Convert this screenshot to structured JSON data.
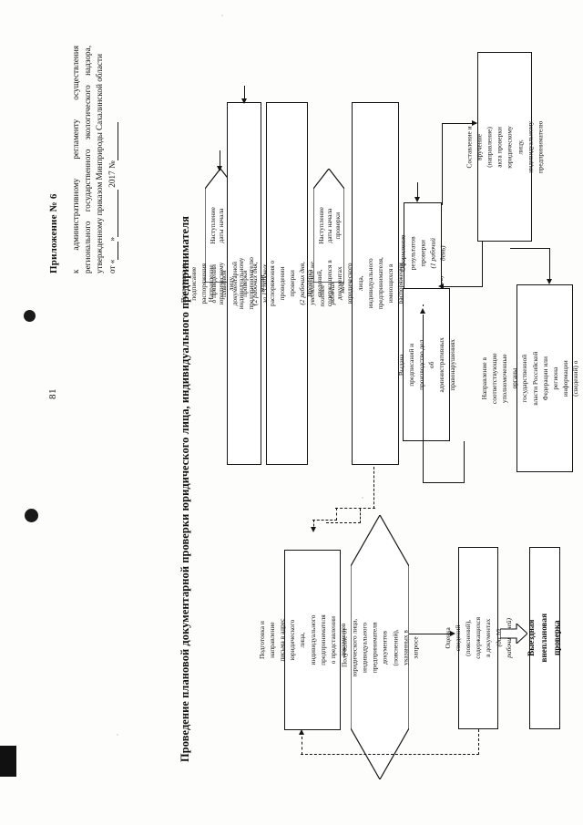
{
  "document": {
    "folio": "81",
    "appendix_title": "Приложение № 6",
    "header_lines": [
      "к административному регламенту осуществления",
      "регионального государственного экологического надзора,",
      "утвержденному приказом Минприроды Сахалинской области"
    ],
    "header_date_prefix": "от «",
    "header_date_mid": "»",
    "header_date_year": "2017 №",
    "chart_title": "Проведение плановой документарной проверки юридического лица, индивидуального предпринимателя"
  },
  "chart_data": {
    "type": "diagram",
    "title": "Проведение плановой документарной проверки юридического лица, индивидуального предпринимателя",
    "nodes": [
      {
        "id": "n1",
        "shape": "arrow",
        "text": "Наступление даты начала проверки"
      },
      {
        "id": "n2",
        "shape": "rect",
        "text": "Подготовка и подписание распоряжения о проведении плановой документарной проверки",
        "note": "(2 рабочих дня, за 15 рабочих дней до наступления даты начала проверки)"
      },
      {
        "id": "n3",
        "shape": "rect",
        "text": "Направление юридическому лицу, индивидуальному предпринимателю копии распоряжения о проведении проверки",
        "note": "(2 рабочих дня, уведомление не позднее чем за 3 рабочих дня до начала проведения проверки)"
      },
      {
        "id": "n4",
        "shape": "arrow",
        "text": "Наступление даты начала проверки"
      },
      {
        "id": "n5",
        "shape": "rect",
        "text": "Проверка сведений, содержащихся в документах юридического лица, индивидуального предпринимателя, имеющихся в распоряжении органа контроля (надзора)",
        "note": "(до 5 рабочих дней)"
      },
      {
        "id": "n6",
        "shape": "rect",
        "text": "Оформление результатов проверки",
        "note": "(1 рабочий день)"
      },
      {
        "id": "n7",
        "shape": "rect",
        "text": "Составление и вручение (направление) акта проверки юридическому лицу, индивидуальному предпринимателю",
        "note": ""
      },
      {
        "id": "n8",
        "shape": "rect",
        "text": "Выдача предписаний и производство дел об административных правонарушениях",
        "note": ""
      },
      {
        "id": "n9",
        "shape": "rect",
        "text": "Направление в соответствующие уполномоченные органы государственной власти Российской Федерации или региона информации (сведений) о нарушениях требований законодательства",
        "note": ""
      },
      {
        "id": "n10",
        "shape": "rect",
        "text": "Подготовка и направление письма в адрес юридического лица, индивидуального предпринимателя о представлении документов (пояснений)",
        "note": "(1 рабочий день)"
      },
      {
        "id": "n11",
        "shape": "hexagon",
        "text": "Получение от юридического лица, индивидуального предпринимателя документов (пояснений), указанных в запросе",
        "note": ""
      },
      {
        "id": "n12",
        "shape": "rect",
        "text": "Оценка сведений (пояснений), содержащихся в документах",
        "note": "(до 10 рабочих дней)"
      },
      {
        "id": "n13",
        "shape": "rect-bold",
        "text": "Выездная внеплановая проверка",
        "note": ""
      }
    ],
    "edges": [
      {
        "from": "n1",
        "to": "n2",
        "style": "solid"
      },
      {
        "from": "n2",
        "to": "n3",
        "style": "solid"
      },
      {
        "from": "n3",
        "to": "n4",
        "style": "solid"
      },
      {
        "from": "n4",
        "to": "n5",
        "style": "solid"
      },
      {
        "from": "n5",
        "to": "n6",
        "style": "solid"
      },
      {
        "from": "n6",
        "to": "n7",
        "style": "solid"
      },
      {
        "from": "n7",
        "to": "n8",
        "style": "solid"
      },
      {
        "from": "n7",
        "to": "n9",
        "style": "solid"
      },
      {
        "from": "n8",
        "to": "n6",
        "style": "solid"
      },
      {
        "from": "n5",
        "to": "n10",
        "style": "dashed"
      },
      {
        "from": "n10",
        "to": "n11",
        "style": "solid"
      },
      {
        "from": "n11",
        "to": "n12",
        "style": "solid"
      },
      {
        "from": "n12",
        "to": "n13",
        "style": "block-arrow"
      },
      {
        "from": "n12",
        "to": "n10",
        "style": "dashed"
      }
    ]
  }
}
